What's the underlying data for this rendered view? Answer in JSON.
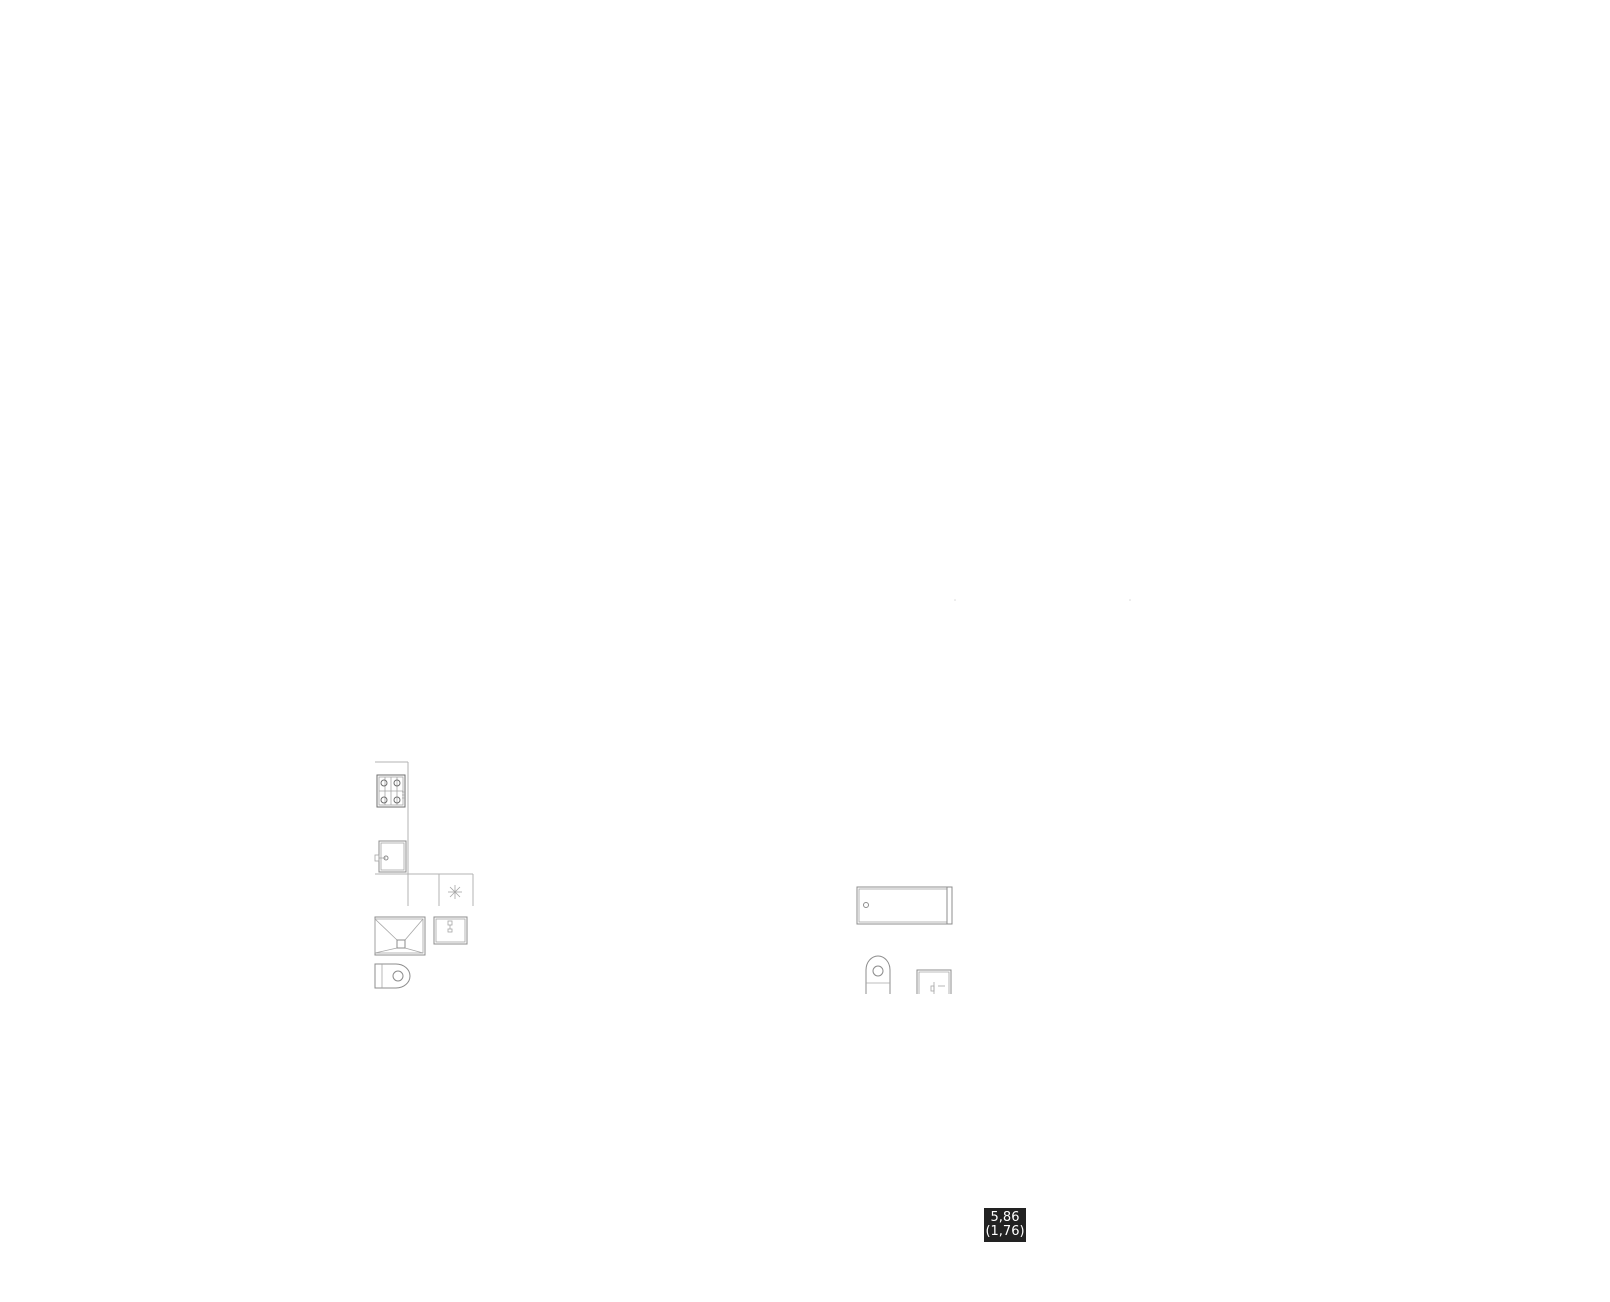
{
  "room_label": {
    "area": "5,86",
    "secondary": "(1,76)",
    "background": "#222222",
    "text_color": "#ffffff"
  },
  "fixtures": {
    "kitchen_counter": "counter-outline",
    "stove": "gas-cooktop-icon",
    "kitchen_sink": "kitchen-sink-icon",
    "fridge_corner": "cabinet-icon",
    "light_fixture": "ceiling-light-icon",
    "shower_tray": "shower-tray-icon",
    "washbasin_left": "washbasin-icon",
    "toilet_left": "toilet-icon",
    "bathtub": "bathtub-icon",
    "toilet_right": "toilet-icon",
    "washbasin_right": "washbasin-icon"
  },
  "colors": {
    "line": "#8c8c8c",
    "background": "#ffffff"
  }
}
